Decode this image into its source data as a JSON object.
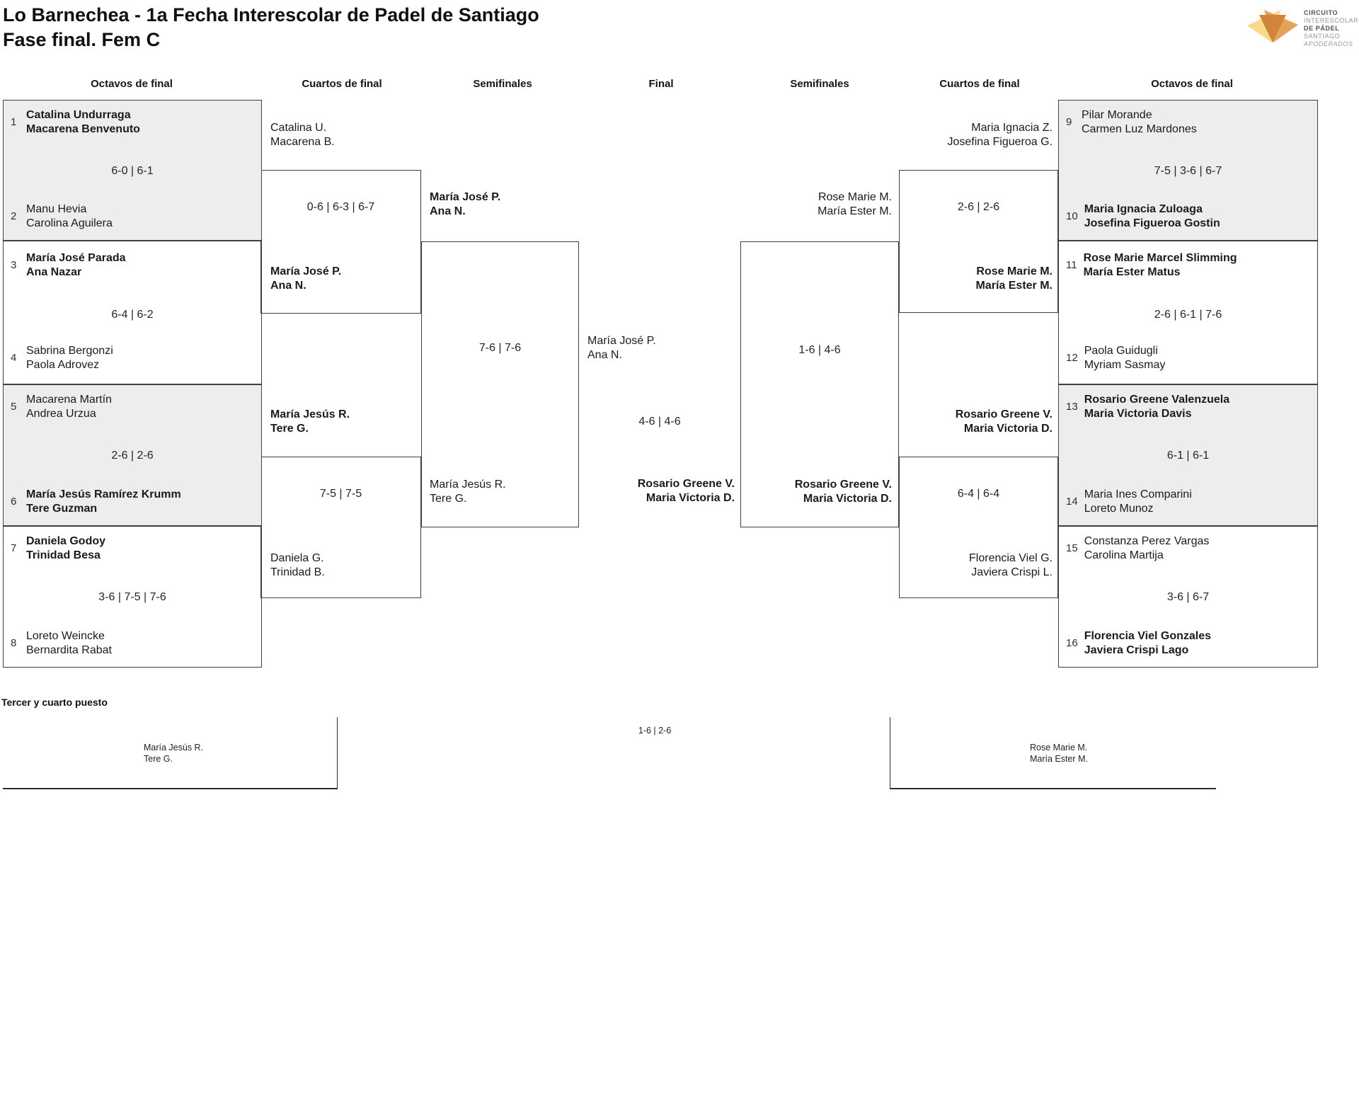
{
  "header": {
    "title_line1": "Lo Barnechea - 1a Fecha Interescolar de Padel de Santiago",
    "title_line2": "Fase final. Fem C",
    "logo": {
      "line1": "CIRCUITO",
      "line2": "INTERESCOLAR",
      "line3": "DE PÁDEL",
      "line4": "SANTIAGO",
      "line5": "APODERADOS",
      "colors": {
        "dark_orange": "#D0853A",
        "mid_orange": "#E29B49",
        "light_orange": "#FBD88C"
      }
    }
  },
  "round_headers": [
    "Octavos de final",
    "Cuartos de final",
    "Semifinales",
    "Final",
    "Semifinales",
    "Cuartos de final",
    "Octavos de final"
  ],
  "bracket": {
    "octavos_left": [
      {
        "seed_top": "1",
        "top1": "Catalina Undurraga",
        "top2": "Macarena Benvenuto",
        "score": "6-0 | 6-1",
        "seed_bot": "2",
        "bot1": "Manu Hevia",
        "bot2": "Carolina Aguilera",
        "winner": "top"
      },
      {
        "seed_top": "3",
        "top1": "María José Parada",
        "top2": "Ana Nazar",
        "score": "6-4 | 6-2",
        "seed_bot": "4",
        "bot1": "Sabrina Bergonzi",
        "bot2": "Paola Adrovez",
        "winner": "top"
      },
      {
        "seed_top": "5",
        "top1": "Macarena Martín",
        "top2": "Andrea Urzua",
        "score": "2-6 | 2-6",
        "seed_bot": "6",
        "bot1": "María Jesús Ramírez Krumm",
        "bot2": "Tere Guzman",
        "winner": "bottom"
      },
      {
        "seed_top": "7",
        "top1": "Daniela Godoy",
        "top2": "Trinidad Besa",
        "score": "3-6 | 7-5 | 7-6",
        "seed_bot": "8",
        "bot1": "Loreto Weincke",
        "bot2": "Bernardita Rabat",
        "winner": "top"
      }
    ],
    "octavos_right": [
      {
        "seed_top": "9",
        "top1": "Pilar Morande",
        "top2": "Carmen Luz Mardones",
        "score": "7-5 | 3-6 | 6-7",
        "seed_bot": "10",
        "bot1": "Maria Ignacia Zuloaga",
        "bot2": "Josefina Figueroa Gostin",
        "winner": "bottom"
      },
      {
        "seed_top": "11",
        "top1": "Rose Marie Marcel Slimming",
        "top2": "María Ester Matus",
        "score": "2-6 | 6-1 | 7-6",
        "seed_bot": "12",
        "bot1": "Paola Guidugli",
        "bot2": "Myriam Sasmay",
        "winner": "top"
      },
      {
        "seed_top": "13",
        "top1": "Rosario Greene Valenzuela",
        "top2": "Maria Victoria Davis",
        "score": "6-1 | 6-1",
        "seed_bot": "14",
        "bot1": "Maria Ines Comparini",
        "bot2": "Loreto Munoz",
        "winner": "top"
      },
      {
        "seed_top": "15",
        "top1": "Constanza Perez Vargas",
        "top2": "Carolina Martija",
        "score": "3-6 | 6-7",
        "seed_bot": "16",
        "bot1": "Florencia Viel Gonzales",
        "bot2": "Javiera Crispi Lago",
        "winner": "bottom"
      }
    ],
    "cuartos_left": [
      {
        "top1": "Catalina U.",
        "top2": "Macarena B.",
        "score": "0-6 | 6-3 | 6-7",
        "bot1": "María José P.",
        "bot2": "Ana N.",
        "winner": "bottom"
      },
      {
        "top1": "María Jesús R.",
        "top2": "Tere G.",
        "score": "7-5 | 7-5",
        "bot1": "Daniela G.",
        "bot2": "Trinidad B.",
        "winner": "top"
      }
    ],
    "cuartos_right": [
      {
        "top1": "Maria Ignacia Z.",
        "top2": "Josefina Figueroa G.",
        "score": "2-6 | 2-6",
        "bot1": "Rose Marie M.",
        "bot2": "María Ester M.",
        "winner": "bottom"
      },
      {
        "top1": "Rosario Greene V.",
        "top2": "Maria Victoria D.",
        "score": "6-4 | 6-4",
        "bot1": "Florencia Viel G.",
        "bot2": "Javiera Crispi L.",
        "winner": "top"
      }
    ],
    "semifinal_left": {
      "top1": "María José P.",
      "top2": "Ana N.",
      "score": "7-6 | 7-6",
      "bot1": "María Jesús R.",
      "bot2": "Tere G.",
      "winner": "top"
    },
    "semifinal_right": {
      "top1": "Rose Marie M.",
      "top2": "María Ester M.",
      "score": "1-6 | 4-6",
      "bot1": "Rosario Greene V.",
      "bot2": "Maria Victoria D.",
      "winner": "bottom"
    },
    "final": {
      "top1": "María José P.",
      "top2": "Ana N.",
      "score": "4-6 | 4-6",
      "bot1": "Rosario Greene V.",
      "bot2": "Maria Victoria D.",
      "winner": "bottom"
    },
    "third_place": {
      "heading": "Tercer y cuarto puesto",
      "left1": "María Jesús R.",
      "left2": "Tere G.",
      "score": "1-6 | 2-6",
      "right1": "Rose Marie M.",
      "right2": "María Ester M."
    }
  }
}
